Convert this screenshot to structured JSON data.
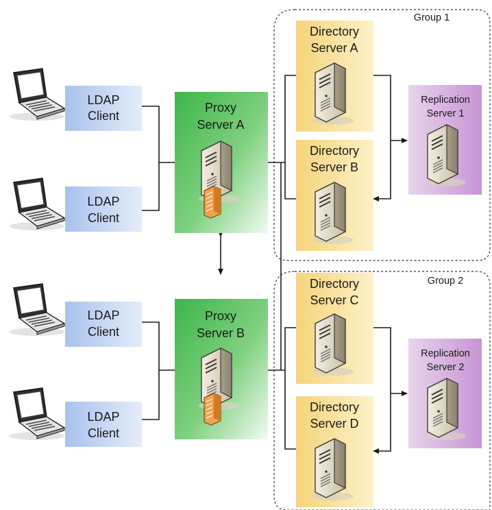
{
  "groups": [
    {
      "label": "Group 1"
    },
    {
      "label": "Group 2"
    }
  ],
  "clients": [
    {
      "line1": "LDAP",
      "line2": "Client"
    },
    {
      "line1": "LDAP",
      "line2": "Client"
    },
    {
      "line1": "LDAP",
      "line2": "Client"
    },
    {
      "line1": "LDAP",
      "line2": "Client"
    }
  ],
  "proxies": [
    {
      "line1": "Proxy",
      "line2": "Server A"
    },
    {
      "line1": "Proxy",
      "line2": "Server B"
    }
  ],
  "directories": [
    {
      "line1": "Directory",
      "line2": "Server A"
    },
    {
      "line1": "Directory",
      "line2": "Server B"
    },
    {
      "line1": "Directory",
      "line2": "Server C"
    },
    {
      "line1": "Directory",
      "line2": "Server D"
    }
  ],
  "replications": [
    {
      "line1": "Replication",
      "line2": "Server 1"
    },
    {
      "line1": "Replication",
      "line2": "Server 2"
    }
  ],
  "colors": {
    "client_box": "#b8cdee",
    "proxy_box": "#5cc45c",
    "directory_box": "#f7dc8a",
    "replication_box": "#d9b3e0"
  }
}
